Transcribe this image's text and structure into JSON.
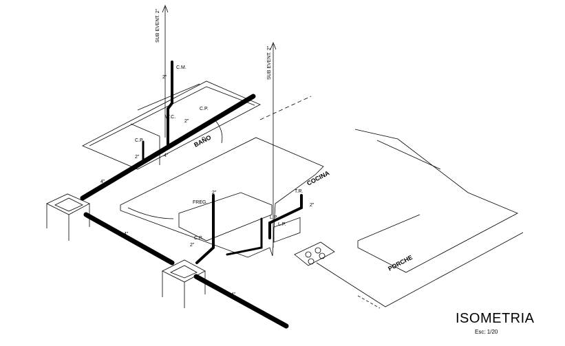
{
  "title": "ISOMETRIA",
  "scale": "Esc: 1/20",
  "labels": {
    "vent1": "SUB EVENT. 2\"",
    "vent2": "SUB EVENT. 2\"",
    "cm": "C.M.",
    "wc": "W.C.",
    "cp_bath_top": "C.P.",
    "cp_bath_left": "C.P.",
    "cp_kitchen": "C.P.",
    "lp1": "L.P.",
    "lp2": "L.P.",
    "tr": "T.R.",
    "freg": "FREG.",
    "bano": "BAÑO",
    "cocina": "COCINA",
    "porche": "PORCHE",
    "d2_a": "2\"",
    "d2_b": "2\"",
    "d2_c": "2\"",
    "d2_d": "2\"",
    "d2_e": "2\"",
    "d2_f": "2\"",
    "d4_a": "4\"",
    "d4_b": "4\"",
    "d4_c": "4\"",
    "d4_d": "4\""
  }
}
